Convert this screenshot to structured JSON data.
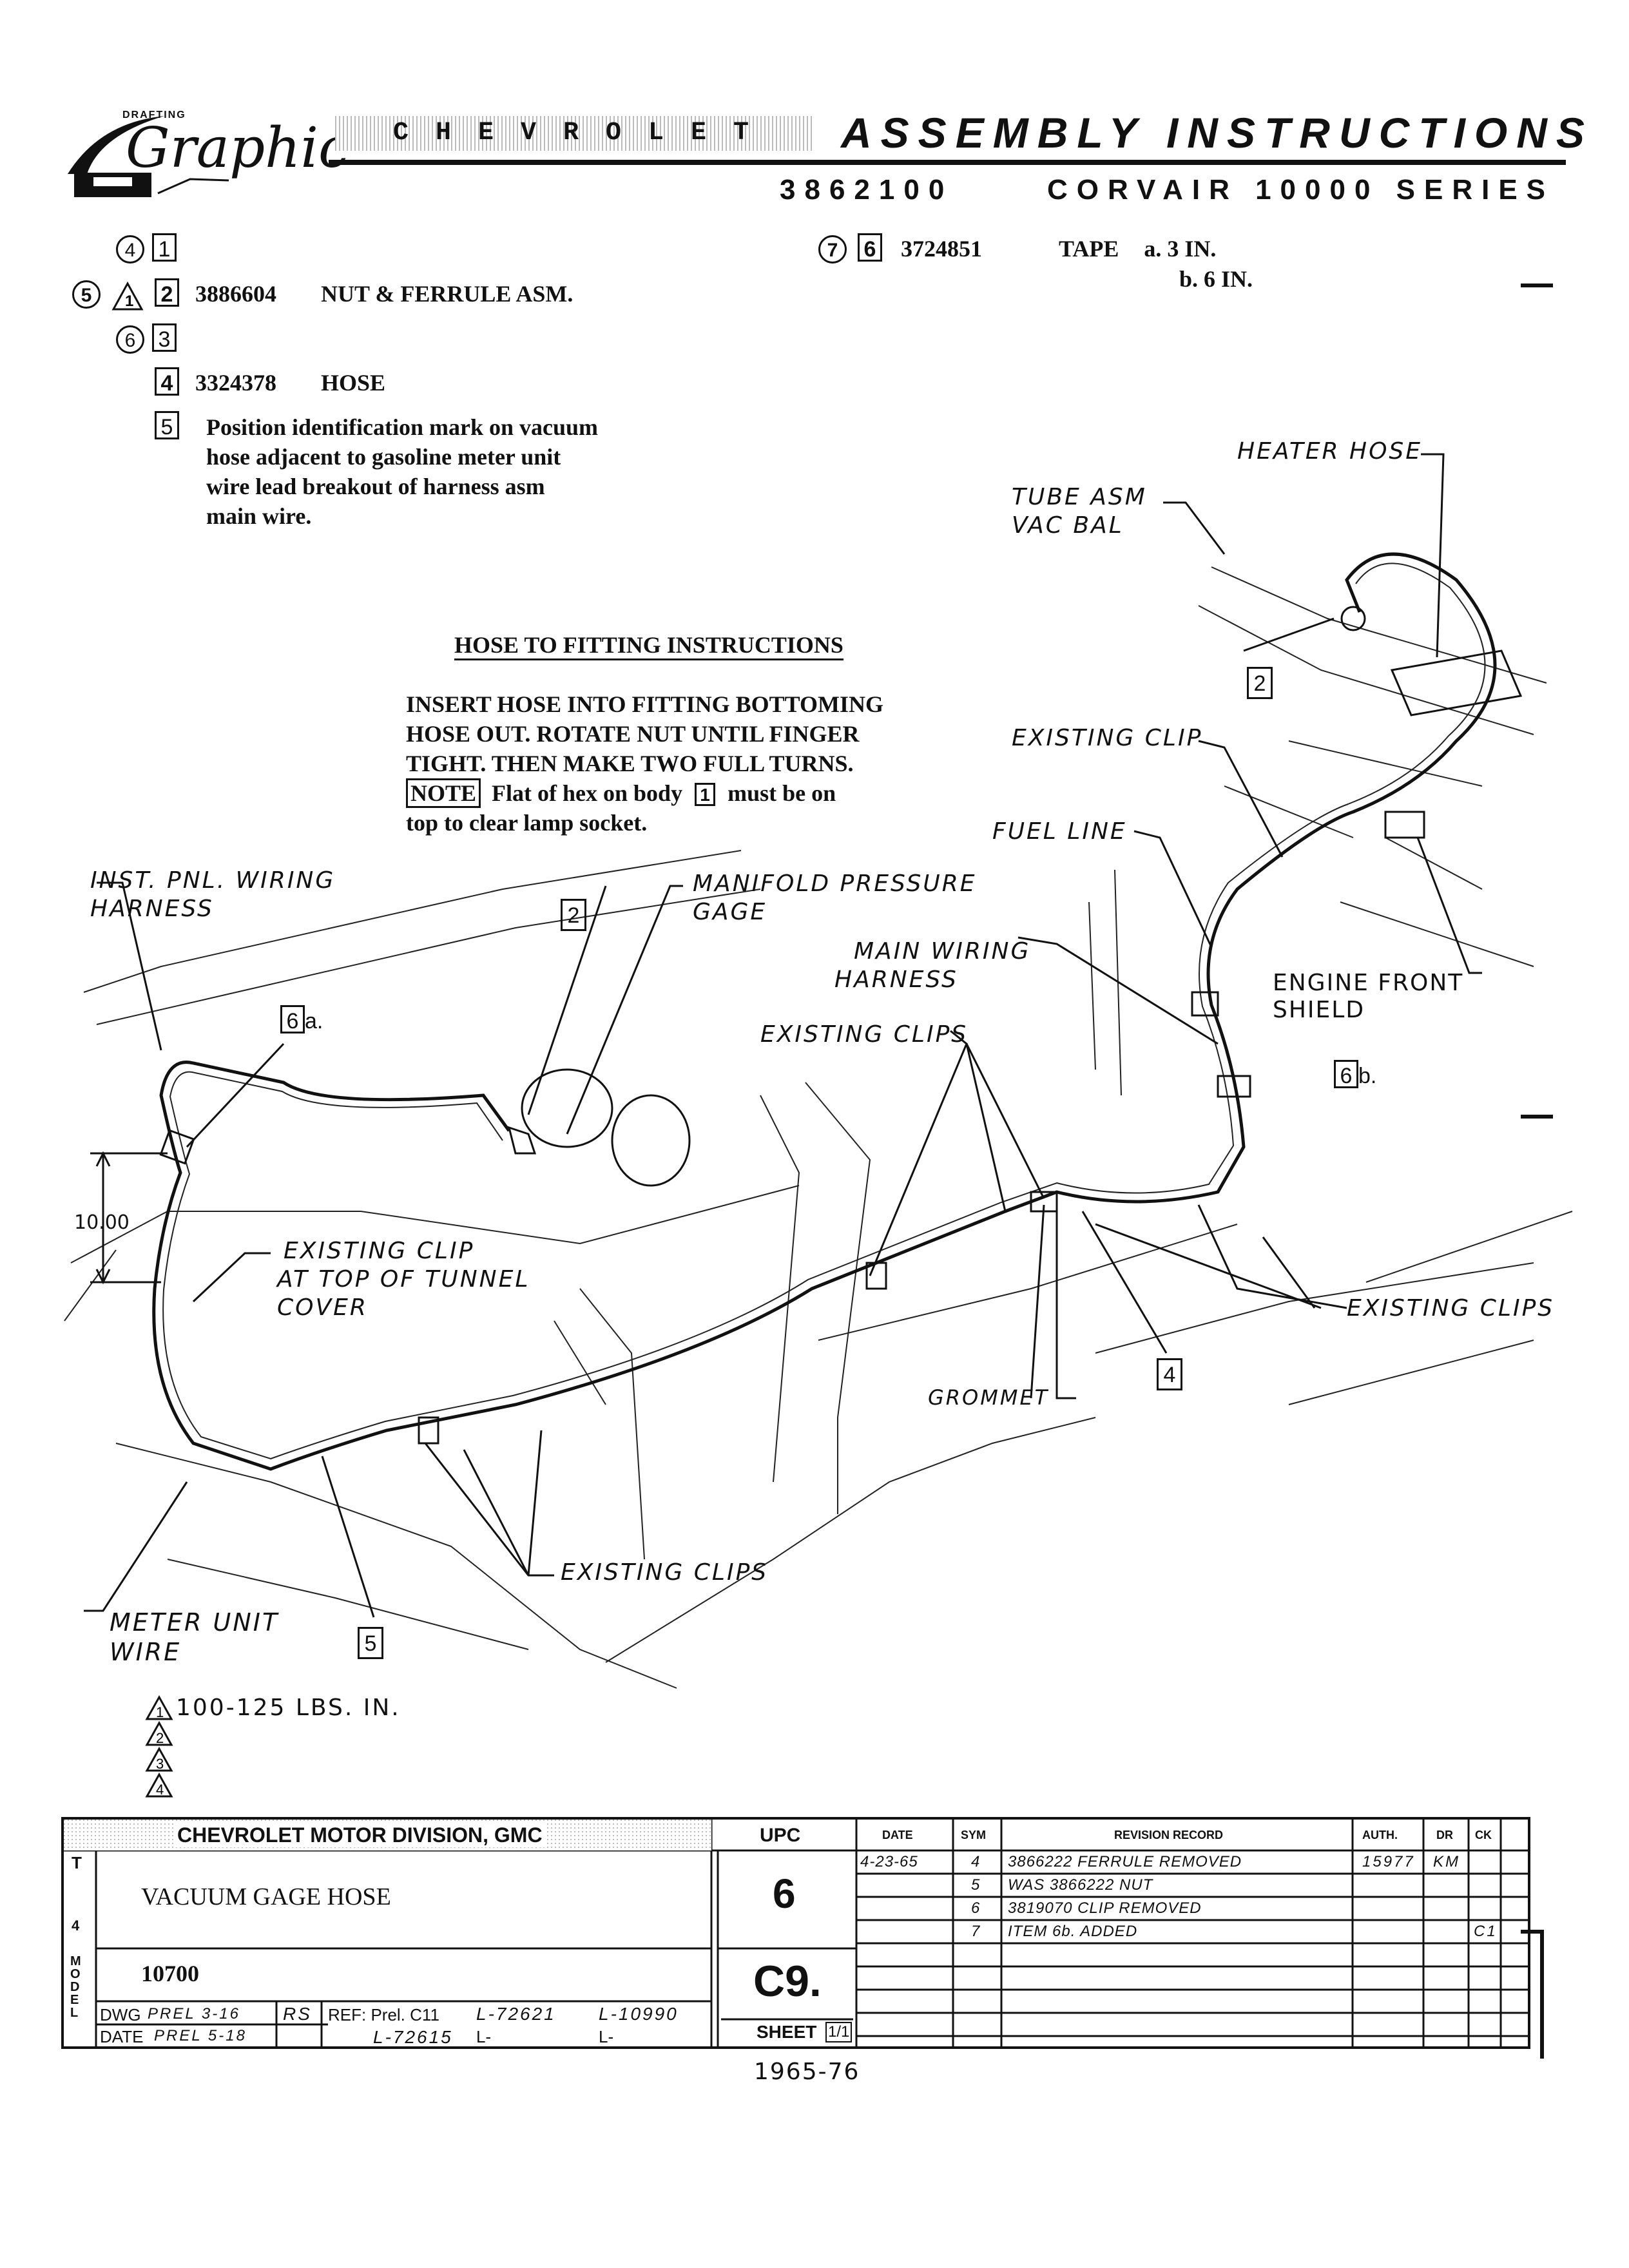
{
  "header": {
    "logo_text": "Graphic",
    "logo_sub": "DRAFTING",
    "brand_strip": "CHEVROLET",
    "title": "ASSEMBLY INSTRUCTIONS",
    "part_number": "3862100",
    "series": "CORVAIR 10000 SERIES"
  },
  "parts": [
    {
      "circle": "4",
      "box": "1",
      "part_no": "",
      "name": ""
    },
    {
      "circle": "5",
      "triangle": "1",
      "box": "2",
      "part_no": "3886604",
      "name": "NUT & FERRULE ASM."
    },
    {
      "circle": "6",
      "box": "3",
      "part_no": "",
      "name": ""
    },
    {
      "box": "4",
      "part_no": "3324378",
      "name": "HOSE"
    },
    {
      "box": "5",
      "note_lines": [
        "Position identification mark on vacuum",
        "hose adjacent to gasoline meter unit",
        "wire lead breakout of harness asm",
        "main wire."
      ]
    }
  ],
  "tape": {
    "circle": "7",
    "box": "6",
    "part_no": "3724851",
    "name": "TAPE",
    "a": "a. 3 IN.",
    "b": "b. 6 IN."
  },
  "instructions": {
    "heading": "HOSE TO FITTING INSTRUCTIONS",
    "lines": [
      "INSERT HOSE INTO FITTING BOTTOMING",
      "HOSE OUT. ROTATE NUT UNTIL FINGER",
      "TIGHT. THEN MAKE TWO FULL TURNS."
    ],
    "note_label": "NOTE",
    "note_text_1": "Flat of hex on body",
    "note_box": "1",
    "note_text_2": "must be on",
    "note_text_3": "top to clear lamp socket."
  },
  "callouts": {
    "heater_hose": "HEATER HOSE",
    "tube_asm_1": "TUBE ASM",
    "tube_asm_2": "VAC BAL",
    "existing_clip": "EXISTING CLIP",
    "fuel_line": "FUEL LINE",
    "engine_front_1": "ENGINE FRONT",
    "engine_front_2": "SHIELD",
    "inst_pnl_1": "INST. PNL. WIRING",
    "inst_pnl_2": "HARNESS",
    "manifold_1": "MANIFOLD PRESSURE",
    "manifold_2": "GAGE",
    "main_wiring_1": "MAIN WIRING",
    "main_wiring_2": "HARNESS",
    "existing_clips_top": "EXISTING CLIPS",
    "existing_clips_right": "EXISTING CLIPS",
    "existing_clips_bottom": "EXISTING CLIPS",
    "grommet": "GROMMET",
    "existing_clip_tunnel_1": "EXISTING CLIP",
    "existing_clip_tunnel_2": "AT TOP OF TUNNEL",
    "existing_clip_tunnel_3": "COVER",
    "meter_unit_1": "METER UNIT",
    "meter_unit_2": "WIRE",
    "dimension": "10.00",
    "box_2": "2",
    "box_6": "6",
    "box_4": "4",
    "box_5": "5",
    "suffix_a": "a.",
    "suffix_b": "b."
  },
  "torque": {
    "triangles": [
      "1",
      "2",
      "3",
      "4"
    ],
    "value": "100-125 LBS. IN."
  },
  "title_block": {
    "division": "CHEVROLET MOTOR DIVISION, GMC",
    "upc_label": "UPC",
    "description": "VACUUM GAGE HOSE",
    "upc_value": "6",
    "model": "10700",
    "sheet_code": "C9.",
    "sheet_label": "SHEET",
    "sheet_value": "1/1",
    "dwg_label": "DWG",
    "dwg_value": "PREL 3-16",
    "dwg_init": "RS",
    "date_label": "DATE",
    "date_value": "PREL 5-18",
    "ref_label": "REF: Prel. C11",
    "ref_1": "L-72621",
    "ref_2": "L-10990",
    "ref_3": "L-72615",
    "ref_4": "L-",
    "ref_5": "L-",
    "side_t": "T",
    "side_model": "MODEL",
    "side_mark": "4",
    "rev_headers": {
      "date": "DATE",
      "sym": "SYM",
      "record": "REVISION RECORD",
      "auth": "AUTH.",
      "dr": "DR",
      "ck": "CK"
    },
    "revisions": [
      {
        "date": "4-23-65",
        "sym": "4",
        "record": "3866222 FERRULE REMOVED",
        "auth": "15977",
        "dr": "KM",
        "ck": ""
      },
      {
        "date": "",
        "sym": "5",
        "record": "WAS 3866222 NUT",
        "auth": "",
        "dr": "",
        "ck": ""
      },
      {
        "date": "",
        "sym": "6",
        "record": "3819070 CLIP REMOVED",
        "auth": "",
        "dr": "",
        "ck": ""
      },
      {
        "date": "",
        "sym": "7",
        "record": "ITEM 6b. ADDED",
        "auth": "",
        "dr": "",
        "ck": "C1"
      }
    ]
  },
  "footer": {
    "year": "1965-76"
  }
}
